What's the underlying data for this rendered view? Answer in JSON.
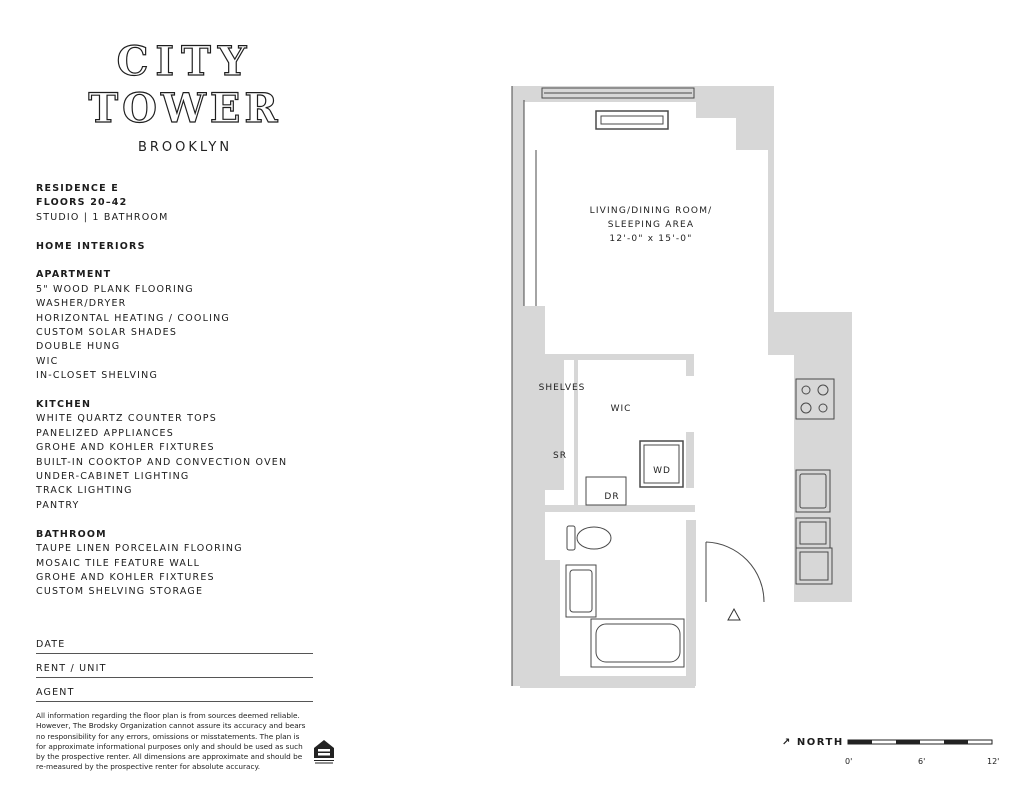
{
  "logo": {
    "line1": "CITY",
    "line2": "TOWER",
    "line3": "BROOKLYN"
  },
  "residence": {
    "name": "RESIDENCE E",
    "floors": "FLOORS 20–42",
    "type": "STUDIO  |  1 BATHROOM"
  },
  "home_interiors": "HOME INTERIORS",
  "apartment": {
    "title": "APARTMENT",
    "items": [
      "5\"  WOOD PLANK FLOORING",
      "WASHER/DRYER",
      "HORIZONTAL HEATING / COOLING",
      "CUSTOM SOLAR SHADES",
      "DOUBLE HUNG",
      "WIC",
      "IN-CLOSET SHELVING"
    ]
  },
  "kitchen": {
    "title": "KITCHEN",
    "items": [
      "WHITE QUARTZ COUNTER TOPS",
      "PANELIZED APPLIANCES",
      "GROHE AND KOHLER FIXTURES",
      "BUILT-IN COOKTOP AND CONVECTION OVEN",
      "UNDER-CABINET LIGHTING",
      "TRACK LIGHTING",
      "PANTRY"
    ]
  },
  "bathroom": {
    "title": "BATHROOM",
    "items": [
      "TAUPE LINEN PORCELAIN FLOORING",
      "MOSAIC TILE FEATURE WALL",
      "GROHE AND KOHLER FIXTURES",
      "CUSTOM SHELVING STORAGE"
    ]
  },
  "form": {
    "date": "DATE",
    "rent": "RENT / UNIT",
    "agent": "AGENT"
  },
  "disclaimer": "All information regarding the floor plan is from sources deemed reliable. However, The Brodsky Organization cannot assure its accuracy and bears no responsibility for any errors, omissions or misstatements. The plan is for approximate informational purposes only and should be used as such by the prospective renter. All dimensions are approximate and should be re-measured by the prospective renter for absolute accuracy.",
  "plan": {
    "living_line1": "LIVING/DINING ROOM/",
    "living_line2": "SLEEPING AREA",
    "living_dims": "12'-0\" x 15'-0\"",
    "shelves": "SHELVES",
    "wic": "WIC",
    "sr": "SR",
    "wd": "WD",
    "dr": "DR"
  },
  "north": "NORTH",
  "scale": {
    "s0": "0'",
    "s6": "6'",
    "s12": "12'"
  },
  "colors": {
    "wall_fill": "#d7d7d7",
    "line": "#4a4a4a"
  }
}
